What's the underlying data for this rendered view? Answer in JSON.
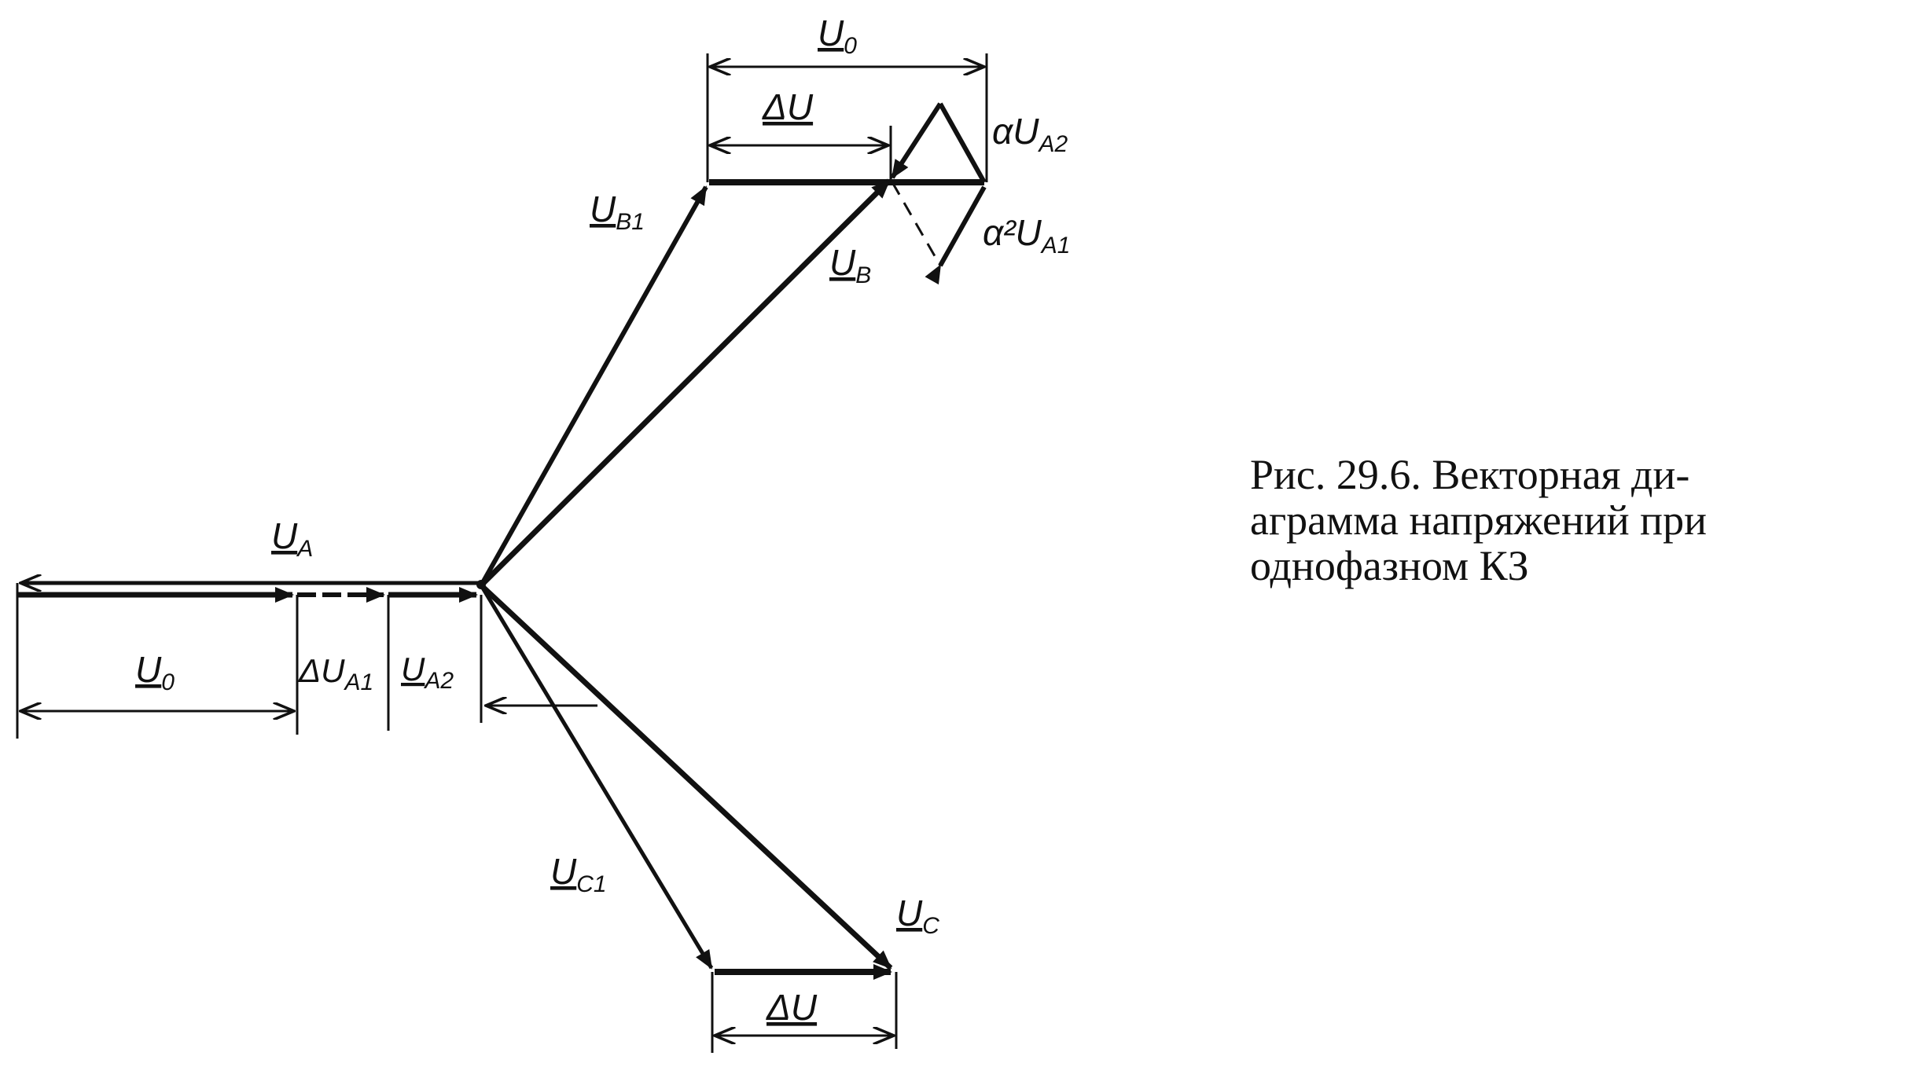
{
  "labels": {
    "u0_top": {
      "main": "U",
      "sub": "0"
    },
    "du_top": {
      "main": "ΔU",
      "sub": ""
    },
    "a_ua2": {
      "main": "αU",
      "sub": "A2"
    },
    "a2_ua1": {
      "main": "α²U",
      "sub": "A1"
    },
    "ub1": {
      "main": "U",
      "sub": "B1"
    },
    "ub": {
      "main": "U",
      "sub": "B"
    },
    "ua": {
      "main": "U",
      "sub": "A"
    },
    "u0_bottom": {
      "main": "U",
      "sub": "0"
    },
    "dua1": {
      "main": "ΔU",
      "sub": "A1"
    },
    "ua2": {
      "main": "U",
      "sub": "A2"
    },
    "uc1": {
      "main": "U",
      "sub": "C1"
    },
    "uc": {
      "main": "U",
      "sub": "C"
    },
    "du_bottom": {
      "main": "ΔU",
      "sub": ""
    }
  },
  "caption": {
    "line1": "Рис. 29.6. Векторная ди-",
    "line2": "аграмма напряжений при",
    "line3": "однофазном КЗ"
  }
}
